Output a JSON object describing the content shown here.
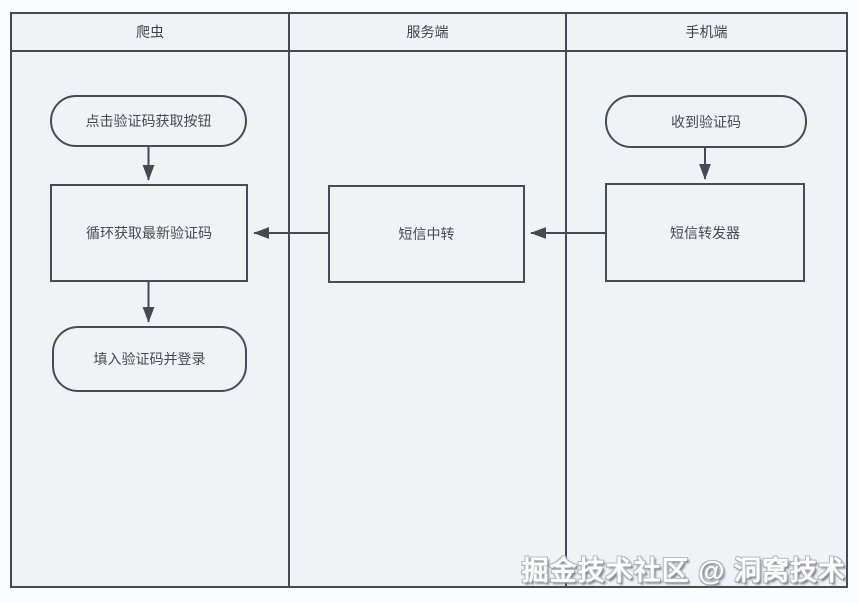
{
  "diagram": {
    "type": "swimlane-flowchart",
    "lanes": [
      {
        "id": "crawler",
        "label": "爬虫"
      },
      {
        "id": "server",
        "label": "服务端"
      },
      {
        "id": "mobile",
        "label": "手机端"
      }
    ],
    "nodes": [
      {
        "id": "click-get-code",
        "label": "点击验证码获取按钮",
        "shape": "rounded",
        "lane": "爬虫"
      },
      {
        "id": "loop-fetch-code",
        "label": "循环获取最新验证码",
        "shape": "rectangle",
        "lane": "爬虫"
      },
      {
        "id": "fill-code-login",
        "label": "填入验证码并登录",
        "shape": "rounded",
        "lane": "爬虫"
      },
      {
        "id": "sms-relay",
        "label": "短信中转",
        "shape": "rectangle",
        "lane": "服务端"
      },
      {
        "id": "received-code",
        "label": "收到验证码",
        "shape": "rounded",
        "lane": "手机端"
      },
      {
        "id": "sms-forwarder",
        "label": "短信转发器",
        "shape": "rectangle",
        "lane": "手机端"
      }
    ],
    "edges": [
      {
        "from": "click-get-code",
        "to": "loop-fetch-code",
        "direction": "down"
      },
      {
        "from": "loop-fetch-code",
        "to": "fill-code-login",
        "direction": "down"
      },
      {
        "from": "received-code",
        "to": "sms-forwarder",
        "direction": "down"
      },
      {
        "from": "sms-forwarder",
        "to": "sms-relay",
        "direction": "left"
      },
      {
        "from": "sms-relay",
        "to": "loop-fetch-code",
        "direction": "left"
      }
    ],
    "watermark": "掘金技术社区 @ 洞窝技术",
    "colors": {
      "page_bg": "#fbfcfd",
      "lane_fill": "#f0f3f6",
      "border": "#454a52",
      "node_border": "#464c54",
      "text": "#454b52",
      "arrow": "#454a52",
      "watermark_fill": "#ffffff",
      "watermark_shadow": "#6f757c"
    }
  }
}
